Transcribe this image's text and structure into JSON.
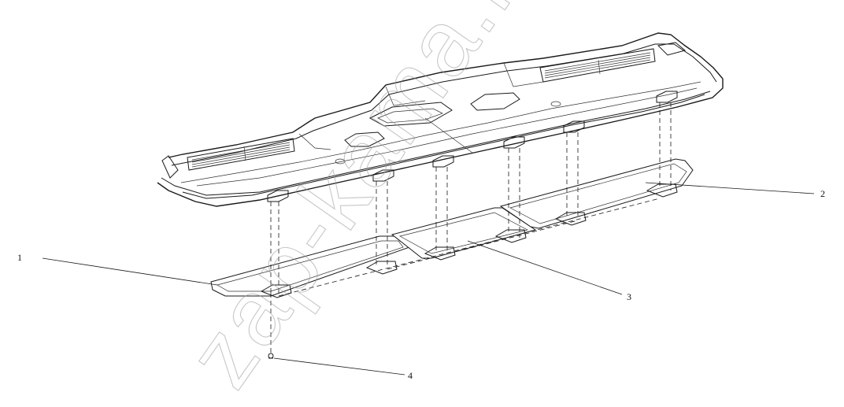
{
  "diagram": {
    "callouts": [
      {
        "id": "1",
        "label": "1"
      },
      {
        "id": "2",
        "label": "2"
      },
      {
        "id": "3",
        "label": "3"
      },
      {
        "id": "4",
        "label": "4"
      }
    ],
    "watermark_text": "zap-kama.ru"
  },
  "colors": {
    "line": "#1a1a1a",
    "background": "#ffffff",
    "watermark": "#9a9a9a"
  }
}
